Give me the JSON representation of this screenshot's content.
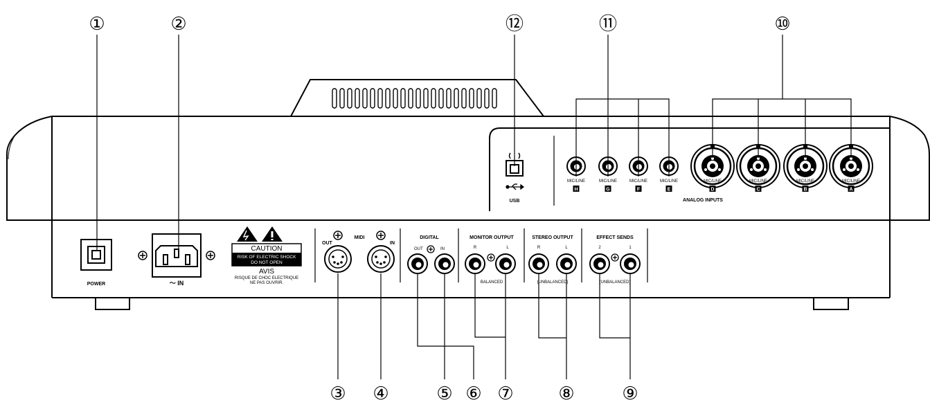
{
  "callouts": [
    "①",
    "②",
    "③",
    "④",
    "⑤",
    "⑥",
    "⑦",
    "⑧",
    "⑨",
    "⑩",
    "⑪",
    "⑫"
  ],
  "labels": {
    "power": "POWER",
    "ac_in": "～ IN",
    "usb": "USB",
    "analog_inputs": "ANALOG INPUTS",
    "mic_line": "MIC/LINE",
    "midi": "MIDI",
    "midi_out": "OUT",
    "midi_in": "IN",
    "digital": "DIGITAL",
    "digital_out": "OUT",
    "digital_in": "IN",
    "monitor_output": "MONITOR OUTPUT",
    "stereo_output": "STEREO OUTPUT",
    "effect_sends": "EFFECT SENDS",
    "r": "R",
    "l": "L",
    "send_2": "2",
    "send_1": "1",
    "monitor_balanced": "BALANCED",
    "stereo_unbalanced": "(UNBALANCED)",
    "effect_unbalanced": "(UNBALANCED)"
  },
  "input_letters": [
    "H",
    "G",
    "F",
    "E",
    "D",
    "C",
    "B",
    "A"
  ],
  "warning": {
    "caution": "CAUTION",
    "risk_line1": "RISK OF ELECTRIC SHOCK",
    "risk_line2": "DO NOT OPEN",
    "avis": "AVIS",
    "avis_line1": "RISQUE DE CHOC ELECTRIQUE",
    "avis_line2": "NE PAS OUVRIR."
  }
}
